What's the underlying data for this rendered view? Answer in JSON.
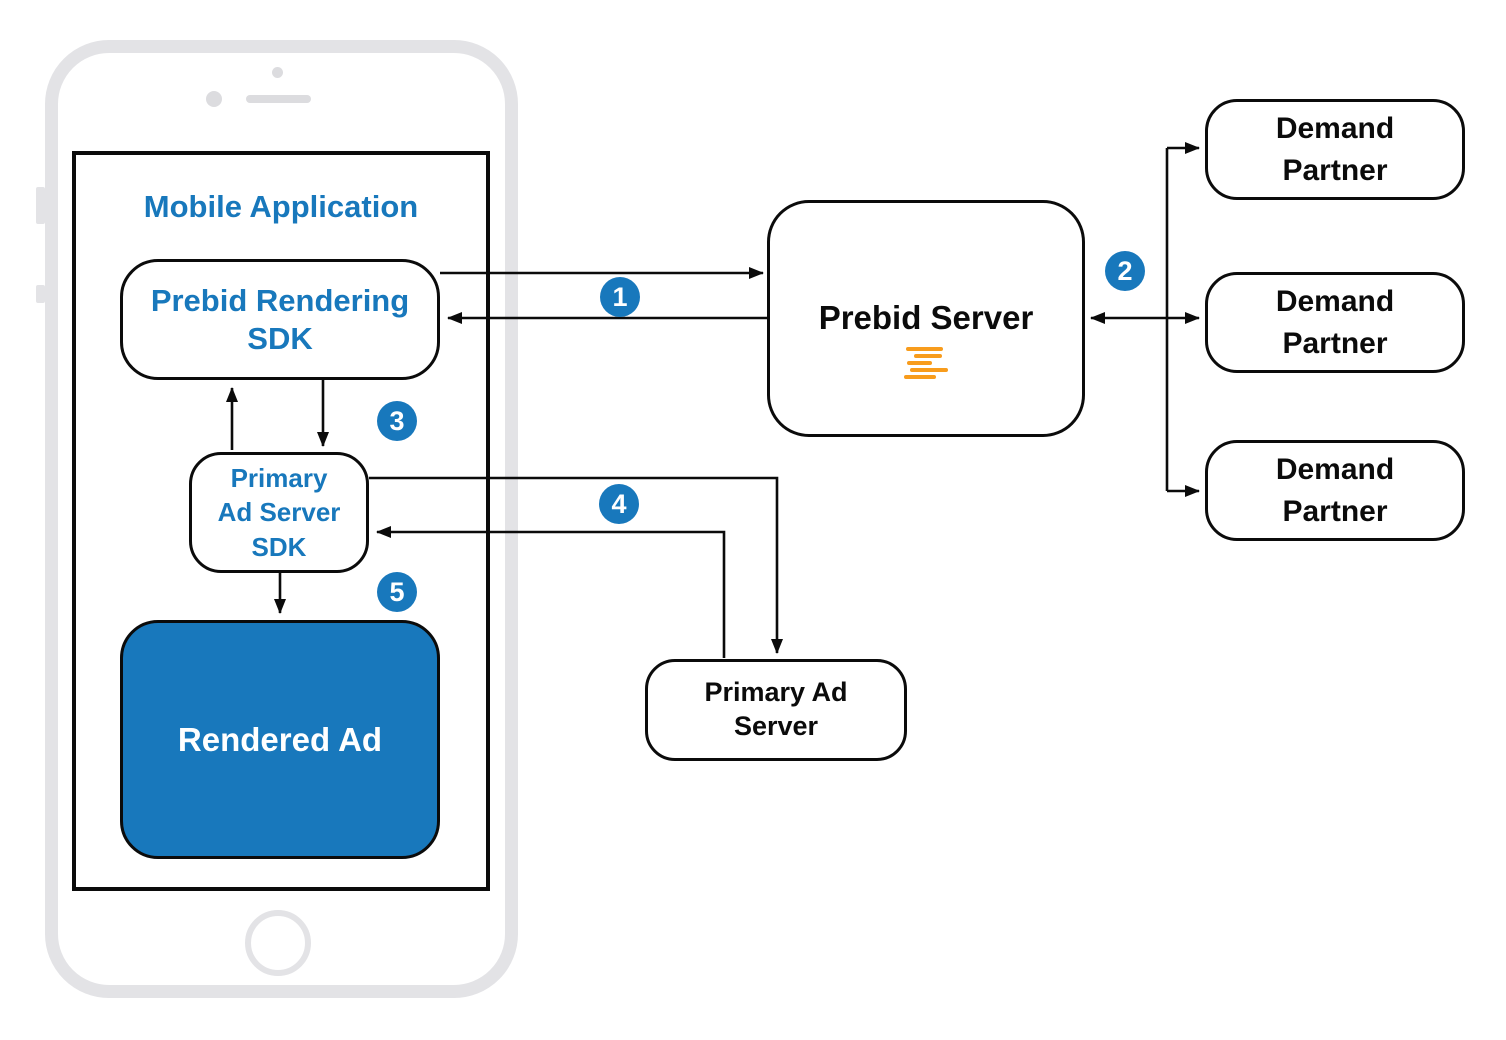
{
  "colors": {
    "accent_blue": "#1878bc",
    "logo_orange": "#f89c1c",
    "stroke_black": "#0b0b0b",
    "phone_gray": "#e3e3e6"
  },
  "nodes": {
    "mobile_application": {
      "label": "Mobile Application"
    },
    "prebid_rendering_sdk": {
      "label": "Prebid Rendering\nSDK"
    },
    "primary_ad_server_sdk": {
      "label": "Primary\nAd Server\nSDK"
    },
    "rendered_ad": {
      "label": "Rendered Ad"
    },
    "prebid_server": {
      "label": "Prebid Server"
    },
    "primary_ad_server": {
      "label": "Primary Ad\nServer"
    },
    "demand_partner_top": {
      "label": "Demand\nPartner"
    },
    "demand_partner_middle": {
      "label": "Demand\nPartner"
    },
    "demand_partner_bottom": {
      "label": "Demand\nPartner"
    }
  },
  "badges": {
    "step1": "1",
    "step2": "2",
    "step3": "3",
    "step4": "4",
    "step5": "5"
  },
  "edges": [
    {
      "step": "1",
      "from": "prebid-rendering-sdk",
      "to": "prebid-server",
      "direction": "bidirectional"
    },
    {
      "step": "2",
      "from": "prebid-server",
      "to": "demand-partners",
      "direction": "bidirectional"
    },
    {
      "step": "3",
      "from": "prebid-rendering-sdk",
      "to": "primary-ad-server-sdk",
      "direction": "bidirectional"
    },
    {
      "step": "4",
      "from": "primary-ad-server-sdk",
      "to": "primary-ad-server",
      "direction": "bidirectional"
    },
    {
      "step": "5",
      "from": "primary-ad-server-sdk",
      "to": "rendered-ad",
      "direction": "forward"
    }
  ]
}
